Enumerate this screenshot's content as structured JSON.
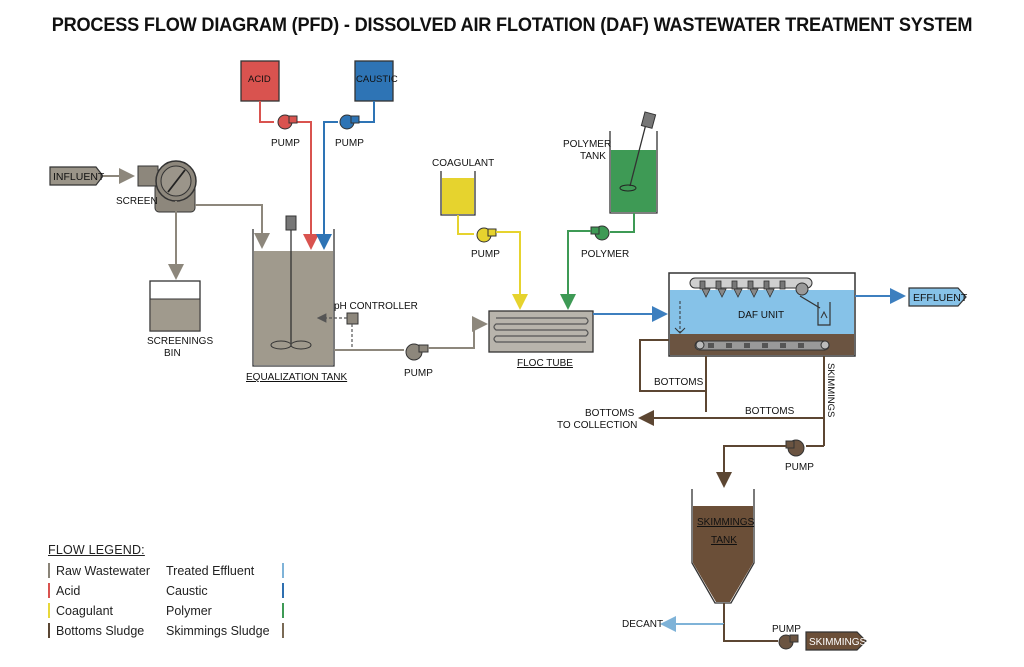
{
  "title": "PROCESS FLOW DIAGRAM (PFD) - DISSOLVED AIR FLOTATION (DAF) WASTEWATER TREATMENT SYSTEM",
  "labels": {
    "influent": "INFLUENT",
    "screen": "SCREEN",
    "screenings_bin_1": "SCREENINGS",
    "screenings_bin_2": "BIN",
    "acid": "ACID",
    "caustic": "CAUSTIC",
    "pump": "PUMP",
    "equalization_tank": "EQUALIZATION TANK",
    "ph_controller": "pH CONTROLLER",
    "coagulant": "COAGULANT",
    "polymer_tank_1": "POLYMER",
    "polymer_tank_2": "TANK",
    "polymer": "POLYMER",
    "floc_tube": "FLOC TUBE",
    "daf_unit": "DAF UNIT",
    "effluent": "EFFLUENT",
    "bottoms": "BOTTOMS",
    "bottoms_to_collection_1": "BOTTOMS",
    "bottoms_to_collection_2": "TO COLLECTION",
    "skimmings_vertical": "SKIMMINGS",
    "skimmings_tank_1": "SKIMMINGS",
    "skimmings_tank_2": "TANK",
    "decant": "DECANT",
    "skimmings": "SKIMMINGS"
  },
  "legend": {
    "title": "FLOW LEGEND:",
    "items": [
      {
        "label": "Raw Wastewater",
        "color": "#8a8478"
      },
      {
        "label": "Treated Effluent",
        "color": "#7fb3d8"
      },
      {
        "label": "Acid",
        "color": "#d9534f"
      },
      {
        "label": "Caustic",
        "color": "#2f6fb0"
      },
      {
        "label": "Coagulant",
        "color": "#e8d83a"
      },
      {
        "label": "Polymer",
        "color": "#3e9a55"
      },
      {
        "label": "Bottoms Sludge",
        "color": "#5a4633"
      },
      {
        "label": "Skimmings Sludge",
        "color": "#7a6a55"
      }
    ]
  },
  "colors": {
    "raw": "#8d877c",
    "acid": "#d9534f",
    "caustic": "#2e74b5",
    "coagulant": "#e6d32e",
    "polymer": "#3e9a55",
    "effluent": "#3d7fbf",
    "sludge": "#5c4632",
    "tank_fill": "#a09a8d",
    "daf_water": "#86c2e8",
    "skim_tank": "#6b4f38"
  }
}
